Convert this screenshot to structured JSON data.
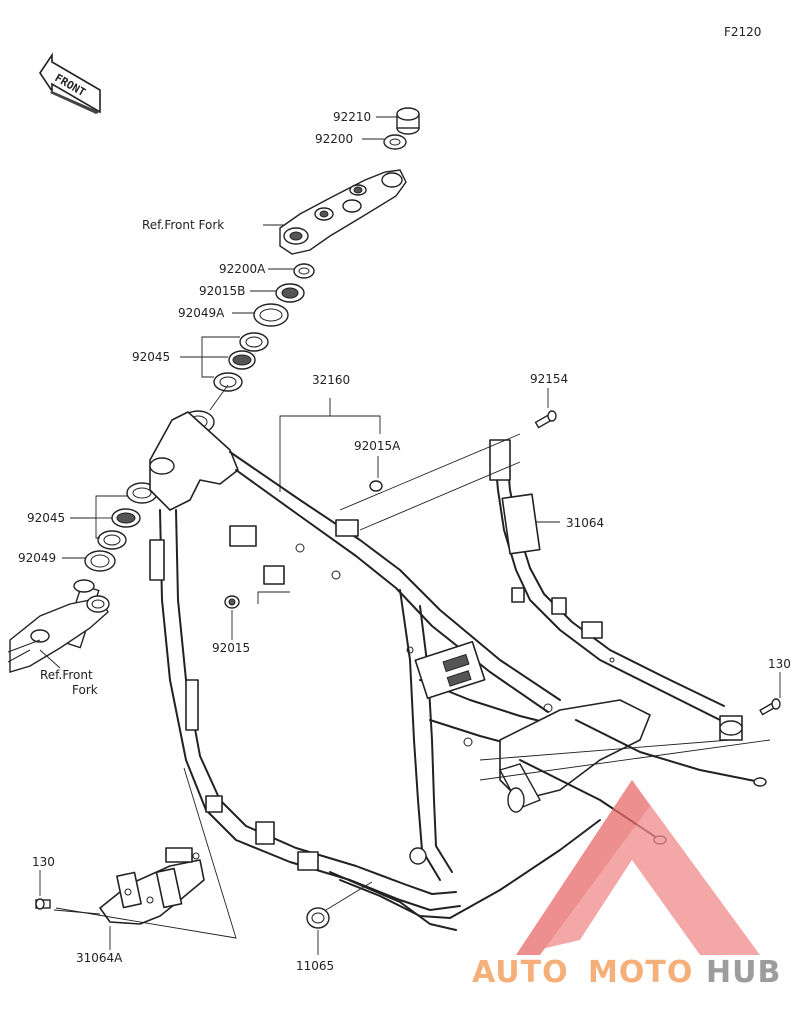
{
  "figure_code": "F2120",
  "front_arrow": "FRONT",
  "brand": {
    "part1": "AUTO",
    "part2": "MOTO",
    "part3": "HUB",
    "color_main": "#f5b07a",
    "color_hub": "#9c9c9c",
    "logo_color": "#f08a8a"
  },
  "labels": {
    "p92210": "92210",
    "p92200": "92200",
    "ref_top": "Ref.Front Fork",
    "p92200A": "92200A",
    "p92015B": "92015B",
    "p92049A": "92049A",
    "p92045_top": "92045",
    "p32160": "32160",
    "p92154": "92154",
    "p92015A": "92015A",
    "p31064": "31064",
    "p92045_low": "92045",
    "p92049": "92049",
    "p92015": "92015",
    "ref_left_1": "Ref.Front",
    "ref_left_2": "Fork",
    "p130_right": "130",
    "p130_left": "130",
    "p31064A": "31064A",
    "p11065": "11065"
  }
}
